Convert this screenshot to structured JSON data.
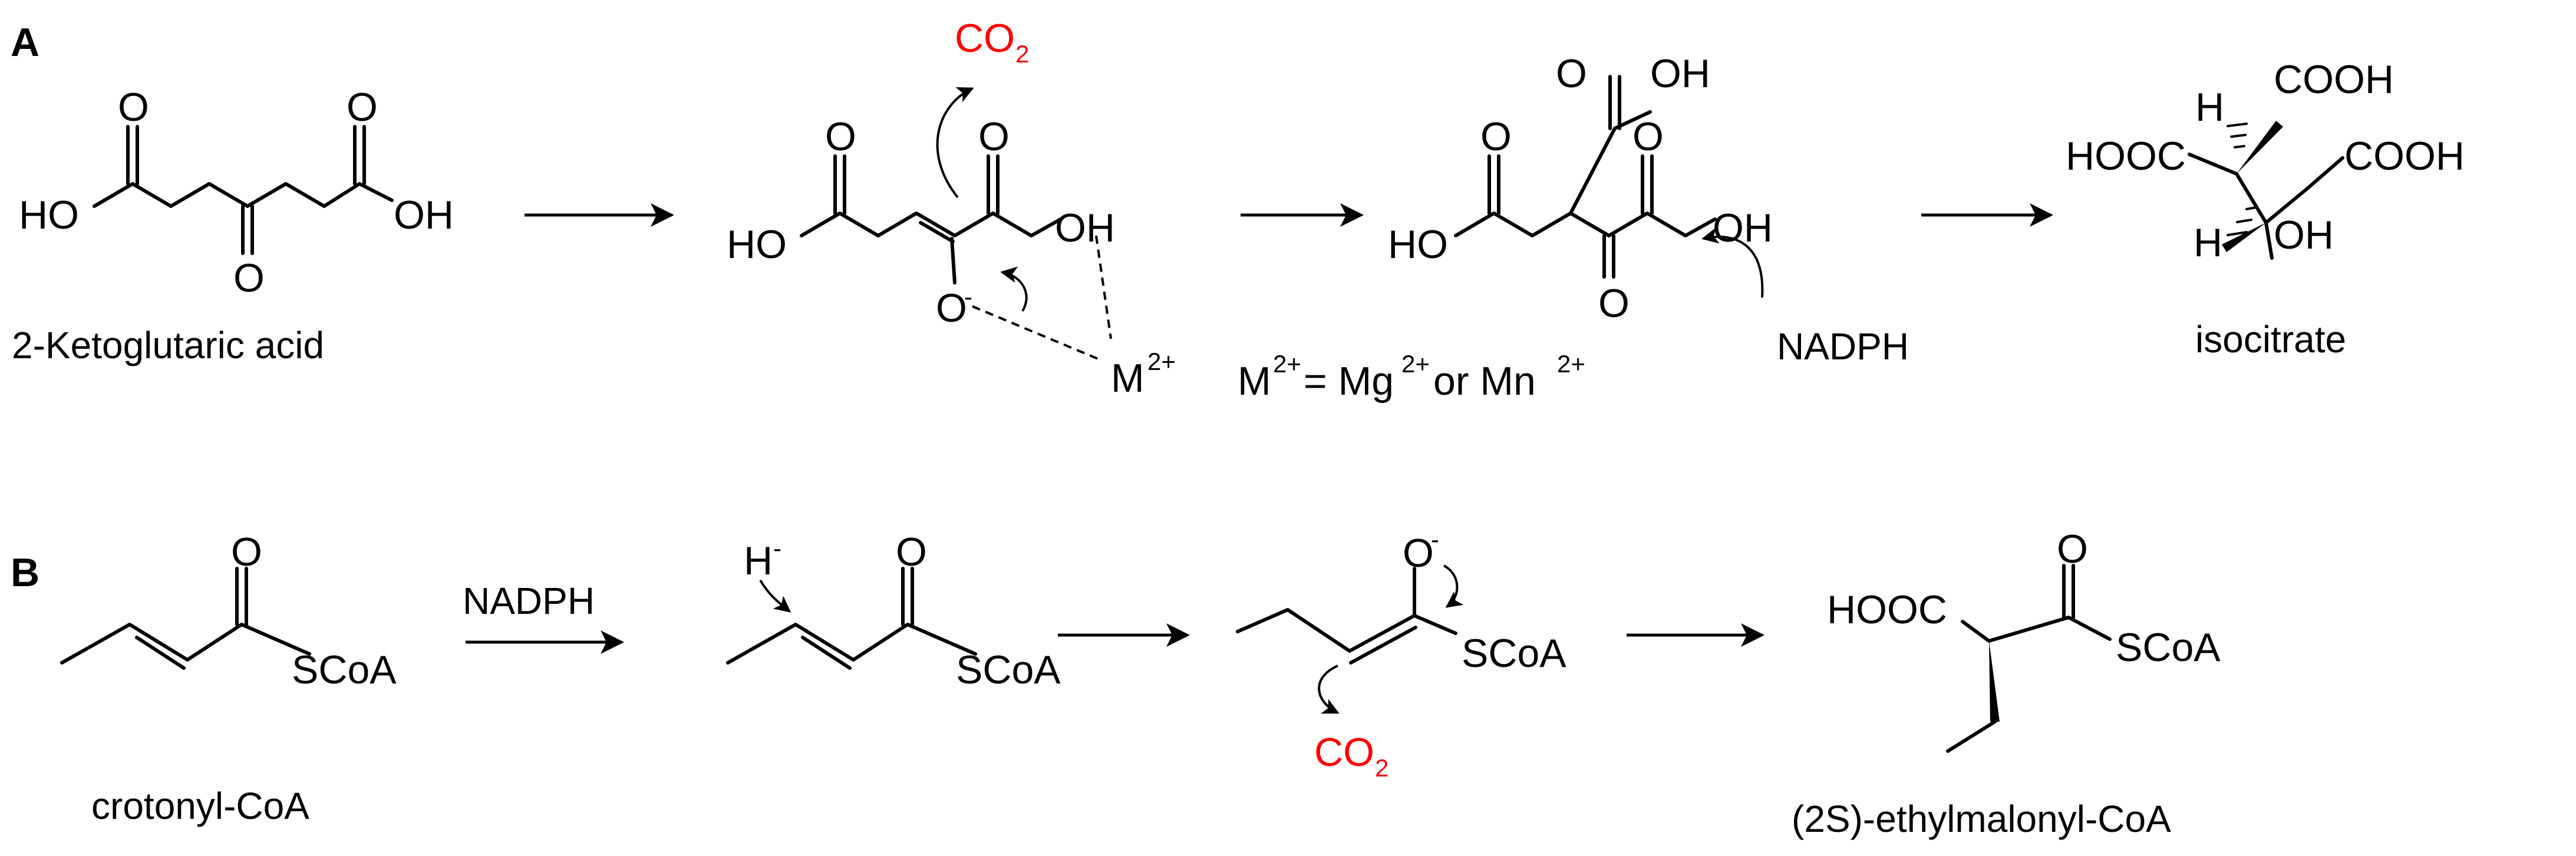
{
  "panels": {
    "a": "A",
    "b": "B"
  },
  "atoms": {
    "O": "O",
    "OH": "OH",
    "HO": "HO",
    "HOOC": "HOOC",
    "COOH": "COOH",
    "H": "H",
    "SCoA": "SCoA",
    "CO": "CO",
    "two": "2",
    "M": "M",
    "charge2plus": "2+",
    "minus": "-"
  },
  "captions": {
    "ketoglutaric": "2-Ketoglutaric acid",
    "metal_def_m": "M",
    "metal_def_eq": "= Mg",
    "metal_def_or": "or Mn",
    "nadph_a": "NADPH",
    "isocitrate": "isocitrate",
    "nadph_b": "NADPH",
    "crotonyl": "crotonyl-CoA",
    "ethylmalonyl": "(2S)-ethylmalonyl-CoA"
  },
  "colors": {
    "co2": "#ff0000",
    "ink": "#000000",
    "background": "#ffffff"
  }
}
